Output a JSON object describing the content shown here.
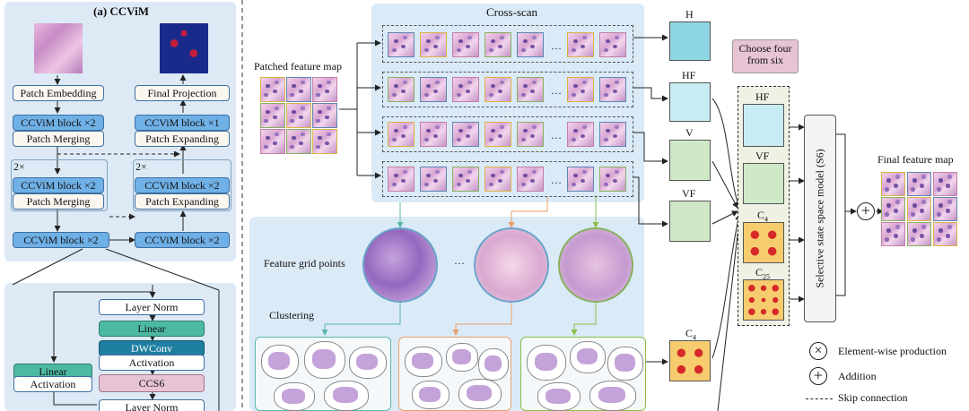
{
  "panel_a": {
    "title": "(a) CCViM",
    "patch_embedding": "Patch Embedding",
    "final_projection": "Final Projection",
    "enc_block1": "CCViM block ×2",
    "patch_merging1": "Patch Merging",
    "dec_block1": "CCViM block ×1",
    "patch_expanding1": "Patch Expanding",
    "repeat_left": "2×",
    "repeat_right": "2×",
    "enc_block2": "CCViM block ×2",
    "patch_merging2": "Patch Merging",
    "dec_block2": "CCViM block ×2",
    "patch_expanding2": "Patch Expanding",
    "bottleneck_left": "CCViM block  ×2",
    "bottleneck_right": "CCViM block ×2"
  },
  "block_detail": {
    "layer_norm1": "Layer Norm",
    "linear_main": "Linear",
    "dwconv": "DWConv",
    "activation_main": "Activation",
    "ccs6": "CCS6",
    "layer_norm2": "Layer Norm",
    "linear_side": "Linear",
    "activation_side": "Activation"
  },
  "main": {
    "cross_scan": "Cross-scan",
    "patched_feature_map": "Patched feature map",
    "feature_grid_points": "Feature grid points",
    "clustering": "Clustering",
    "ellipsis": "…",
    "choose_four": "Choose four from six",
    "final_feature_map": "Final feature map",
    "s6_label": "Selective state space model  (S6)"
  },
  "scan_maps": {
    "h": "H",
    "hf": "HF",
    "v": "V",
    "vf": "VF",
    "c4": "C",
    "c4_sub": "4"
  },
  "selected": {
    "hf": "HF",
    "vf": "VF",
    "c4": "C",
    "c4_sub": "4",
    "c25": "C",
    "c25_sub": "25"
  },
  "legend": {
    "element_wise": "Element-wise production",
    "addition": "Addition",
    "skip": "Skip connection"
  },
  "colors": {
    "panel_bg": "#ddeaf6",
    "block_blue": "#6fb0e6",
    "scan_bg": "#dbeaf7",
    "choose_bg": "#e7c4d3"
  }
}
